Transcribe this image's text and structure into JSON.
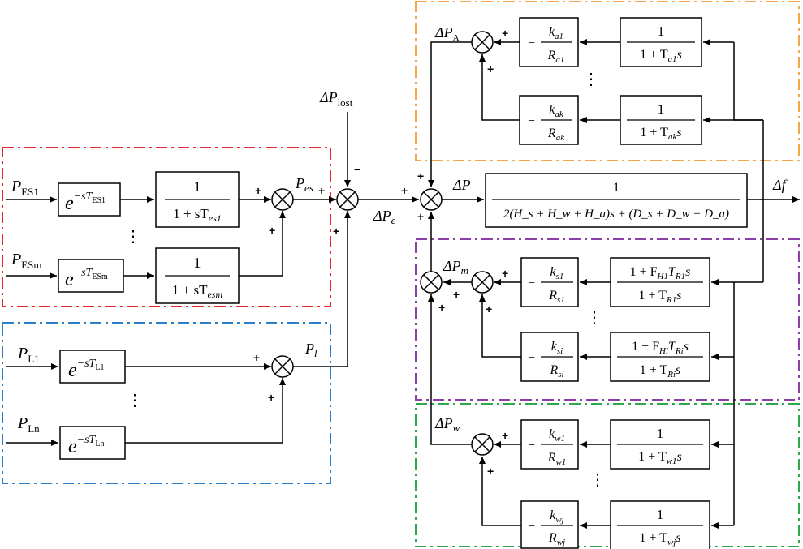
{
  "colors": {
    "energy_storage_group": "#e8262c",
    "load_group": "#2a7fc8",
    "area_group": "#f5a54a",
    "hydro_group": "#8b3fa7",
    "wind_group": "#2ea84a"
  },
  "inputs": {
    "es1": {
      "base": "P",
      "sub": "ES1"
    },
    "esm": {
      "base": "P",
      "sub": "ESm"
    },
    "l1": {
      "base": "P",
      "sub": "L1"
    },
    "ln": {
      "base": "P",
      "sub": "Ln"
    }
  },
  "delays": {
    "es1": {
      "base": "e",
      "sup": "−sT",
      "supsub": "ES1"
    },
    "esm": {
      "base": "e",
      "sup": "−sT",
      "supsub": "ESm"
    },
    "l1": {
      "base": "e",
      "sup": "−sT",
      "supsub": "L1"
    },
    "ln": {
      "base": "e",
      "sup": "−sT",
      "supsub": "Ln"
    }
  },
  "es_blocks": {
    "es1": {
      "num": "1",
      "den": "1 + sT",
      "den_sub": "es1"
    },
    "esm": {
      "num": "1",
      "den": "1 + sT",
      "den_sub": "esm"
    }
  },
  "signals": {
    "P_es": {
      "base": "P",
      "sub": "es"
    },
    "P_l": {
      "base": "P",
      "sub": "l"
    },
    "dP_lost": {
      "base": "ΔP",
      "sub": "lost"
    },
    "dP_e": {
      "base": "ΔP",
      "sub": "e"
    },
    "dP": {
      "base": "ΔP"
    },
    "df": {
      "base": "Δf"
    },
    "dP_A": {
      "base": "ΔP",
      "sub": "A"
    },
    "dP_m": {
      "base": "ΔP",
      "sub": "m"
    },
    "dP_w": {
      "base": "ΔP",
      "sub": "w"
    }
  },
  "plant": {
    "num": "1",
    "den": "2(H_s + H_w + H_a)s + (D_s + D_w + D_a)"
  },
  "area": {
    "gain1": {
      "k": "k",
      "ksub": "a1",
      "r": "R",
      "rsub": "a1"
    },
    "gaink": {
      "k": "k",
      "ksub": "ak",
      "r": "R",
      "rsub": "ak"
    },
    "tf1": {
      "num": "1",
      "den": "1 + T",
      "den_sub": "a1",
      "den_tail": "s"
    },
    "tfk": {
      "num": "1",
      "den": "1 + T",
      "den_sub": "ak",
      "den_tail": "s"
    }
  },
  "hydro": {
    "gain1": {
      "k": "k",
      "ksub": "s1",
      "r": "R",
      "rsub": "s1"
    },
    "gaini": {
      "k": "k",
      "ksub": "si",
      "r": "R",
      "rsub": "si"
    },
    "tf1": {
      "num_a": "1 + F",
      "num_b": "H1",
      "num_c": "T",
      "num_d": "R1",
      "num_e": "s",
      "den": "1 + T",
      "den_sub": "R1",
      "den_tail": "s"
    },
    "tfi": {
      "num_a": "1 + F",
      "num_b": "Hi",
      "num_c": "T",
      "num_d": "Ri",
      "num_e": "s",
      "den": "1 + T",
      "den_sub": "Ri",
      "den_tail": "s"
    }
  },
  "wind": {
    "gain1": {
      "k": "k",
      "ksub": "w1",
      "r": "R",
      "rsub": "w1"
    },
    "gainj": {
      "k": "k",
      "ksub": "wj",
      "r": "R",
      "rsub": "wj"
    },
    "tf1": {
      "num": "1",
      "den": "1 + T",
      "den_sub": "w1",
      "den_tail": "s"
    },
    "tfj": {
      "num": "1",
      "den": "1 + T",
      "den_sub": "wj",
      "den_tail": "s"
    }
  },
  "signs": {
    "plus": "+",
    "minus": "−",
    "neg": "−"
  }
}
